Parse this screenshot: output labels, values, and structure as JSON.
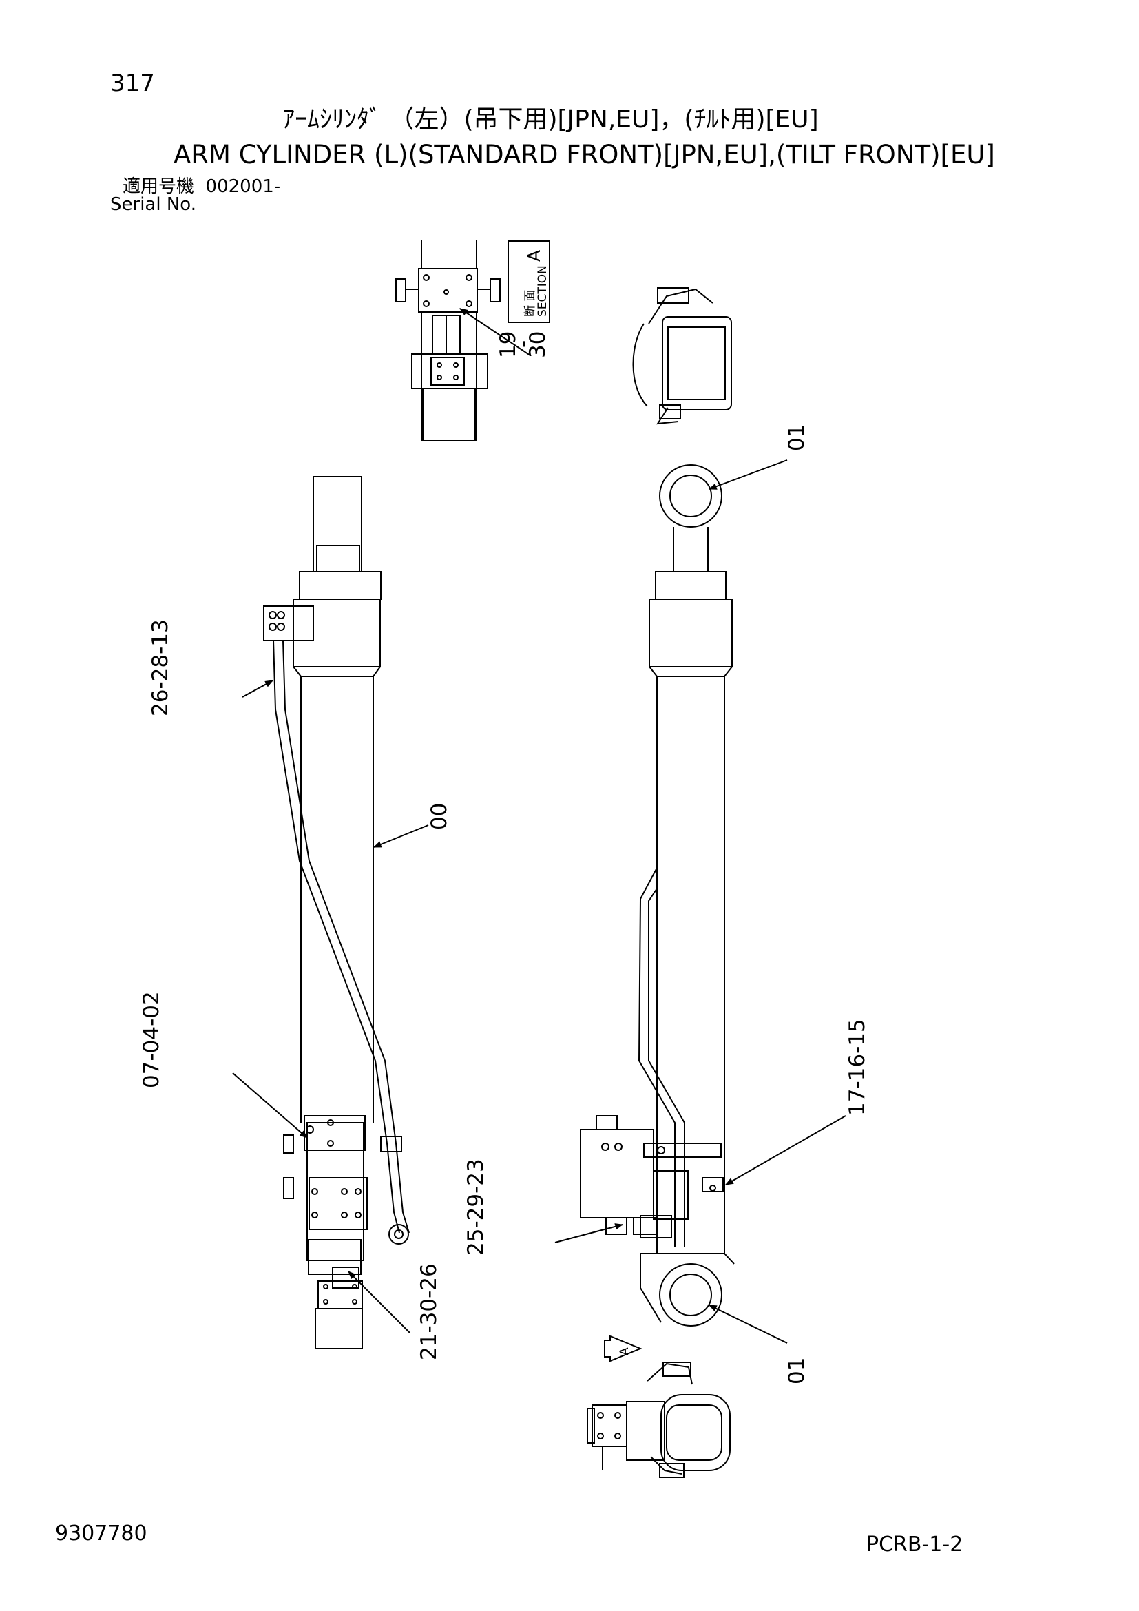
{
  "header": {
    "page_number": "317",
    "title_jp": "ｱｰﾑｼﾘﾝﾀﾞ （左）(吊下用)[JPN,EU]，(ﾁﾙﾄ用)[EU]",
    "title_en": "ARM CYLINDER (L)(STANDARD FRONT)[JPN,EU],(TILT FRONT)[EU]",
    "serial_label_jp": "適用号機",
    "serial_value": "002001-",
    "serial_label_en": "Serial No."
  },
  "section_view": {
    "label_jp": "断 面",
    "label_en": "SECTION",
    "letter": "A",
    "callout_19": "19",
    "callout_dash": "-",
    "callout_30": "30"
  },
  "callouts": {
    "c01_top": "01",
    "c01_bottom": "01",
    "c00": "00",
    "c26_28_13": "26-28-13",
    "c07_04_02": "07-04-02",
    "c17_16_15": "17-16-15",
    "c25_29_23": "25-29-23",
    "c21_30_26": "21-30-26",
    "view_arrow": "A"
  },
  "footer": {
    "doc_number": "9307780",
    "page_code": "PCRB-1-2"
  }
}
